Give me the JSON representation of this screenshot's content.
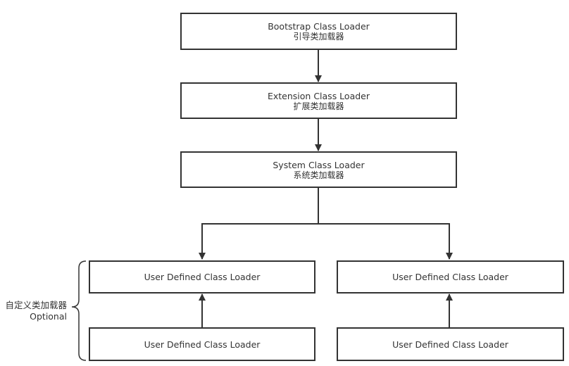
{
  "nodes": {
    "bootstrap": {
      "en": "Bootstrap Class Loader",
      "zh": "引导类加载器"
    },
    "extension": {
      "en": "Extension Class Loader",
      "zh": "扩展类加载器"
    },
    "system": {
      "en": "System Class Loader",
      "zh": "系统类加载器"
    },
    "user_top_left": {
      "en": "User Defined Class Loader"
    },
    "user_top_right": {
      "en": "User Defined Class Loader"
    },
    "user_bottom_left": {
      "en": "User Defined Class Loader"
    },
    "user_bottom_right": {
      "en": "User Defined Class Loader"
    }
  },
  "group_label": {
    "zh": "自定义类加载器",
    "en": "Optional"
  },
  "colors": {
    "stroke": "#333333",
    "background": "#ffffff"
  }
}
